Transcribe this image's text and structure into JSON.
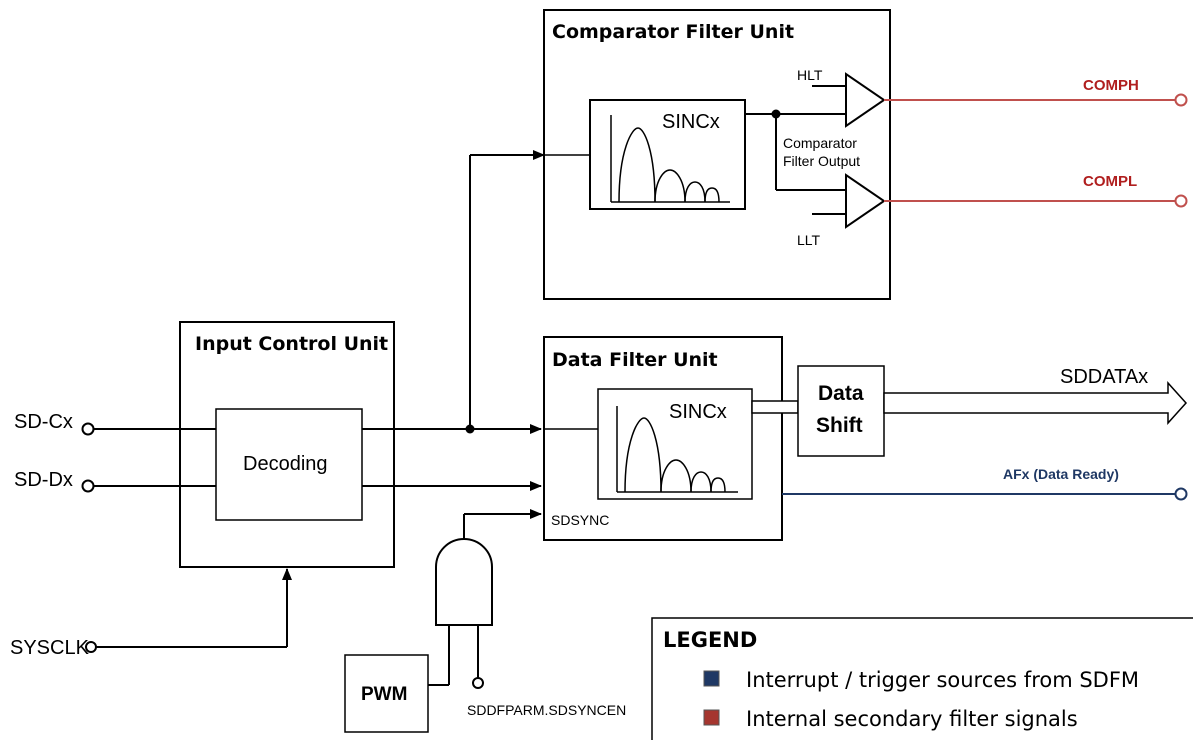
{
  "units": {
    "comparator_filter": "Comparator Filter Unit",
    "input_control": "Input Control Unit",
    "data_filter": "Data Filter Unit",
    "decoding": "Decoding",
    "data_shift_line1": "Data",
    "data_shift_line2": "Shift",
    "pwm": "PWM"
  },
  "filters": {
    "comp_sinc": "SINCx",
    "data_sinc": "SINCx",
    "comp_output_line1": "Comparator",
    "comp_output_line2": "Filter Output"
  },
  "signals": {
    "sd_cx": "SD-Cx",
    "sd_dx": "SD-Dx",
    "sysclk": "SYSCLK",
    "hlt": "HLT",
    "llt": "LLT",
    "comph": "COMPH",
    "compl": "COMPL",
    "sddatax": "SDDATAx",
    "afx": "AFx (Data Ready)",
    "sdsync": "SDSYNC",
    "sdsyncen": "SDDFPARM.SDSYNCEN"
  },
  "legend": {
    "title": "LEGEND",
    "items": [
      {
        "label": "Interrupt / trigger sources from SDFM",
        "color": "#1f3864"
      },
      {
        "label": "Internal secondary filter signals",
        "color": "#a5362f"
      }
    ]
  },
  "colors": {
    "red_signal": "#c0504d",
    "blue_signal": "#1f3864"
  }
}
